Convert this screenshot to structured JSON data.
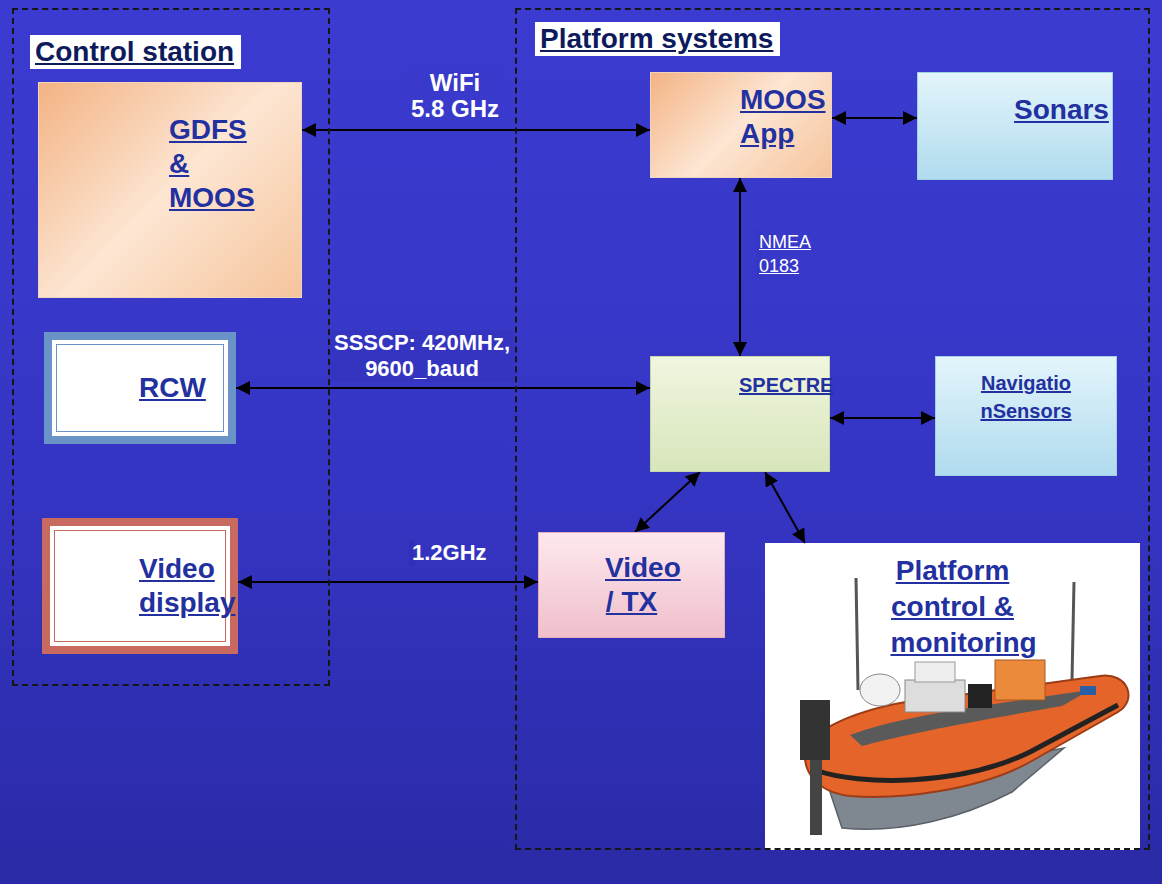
{
  "diagram": {
    "nodes": [
      {
        "text": [
          "Control station"
        ]
      },
      {
        "text": [
          "GDFS & MOOS"
        ],
        "in": 0
      },
      {
        "text": [
          "RCW"
        ],
        "in": 0
      },
      {
        "text": [
          "Video display"
        ],
        "in": 0
      },
      {
        "text": [
          "Platform systems"
        ]
      },
      {
        "text": [
          "MOOS App"
        ],
        "in": 4
      },
      {
        "text": [
          "Sonars"
        ],
        "in": 4
      },
      {
        "text": [
          "SPECTRE"
        ],
        "in": 4
      },
      {
        "text": [
          "NavigationSensors"
        ],
        "in": 4
      },
      {
        "text": [
          "Video / TX"
        ],
        "in": 4
      },
      {
        "text": [
          "Platform control & monitoring"
        ],
        "in": 4
      }
    ],
    "edges": [
      {
        "from": 1,
        "to": 5,
        "arrow": "both",
        "label": "WiFi 5.8 GHz"
      },
      {
        "from": 5,
        "to": 6,
        "arrow": "both"
      },
      {
        "from": 5,
        "to": 7,
        "arrow": "both",
        "label": "NMEA 0183"
      },
      {
        "from": 2,
        "to": 7,
        "arrow": "both",
        "label": "SSSCP: 420MHz, 9600_baud"
      },
      {
        "from": 7,
        "to": 8,
        "arrow": "both"
      },
      {
        "from": 3,
        "to": 9,
        "arrow": "both",
        "label": "1.2GHz"
      },
      {
        "from": 7,
        "to": 9,
        "arrow": "both"
      },
      {
        "from": 7,
        "to": 10,
        "arrow": "both"
      }
    ]
  }
}
